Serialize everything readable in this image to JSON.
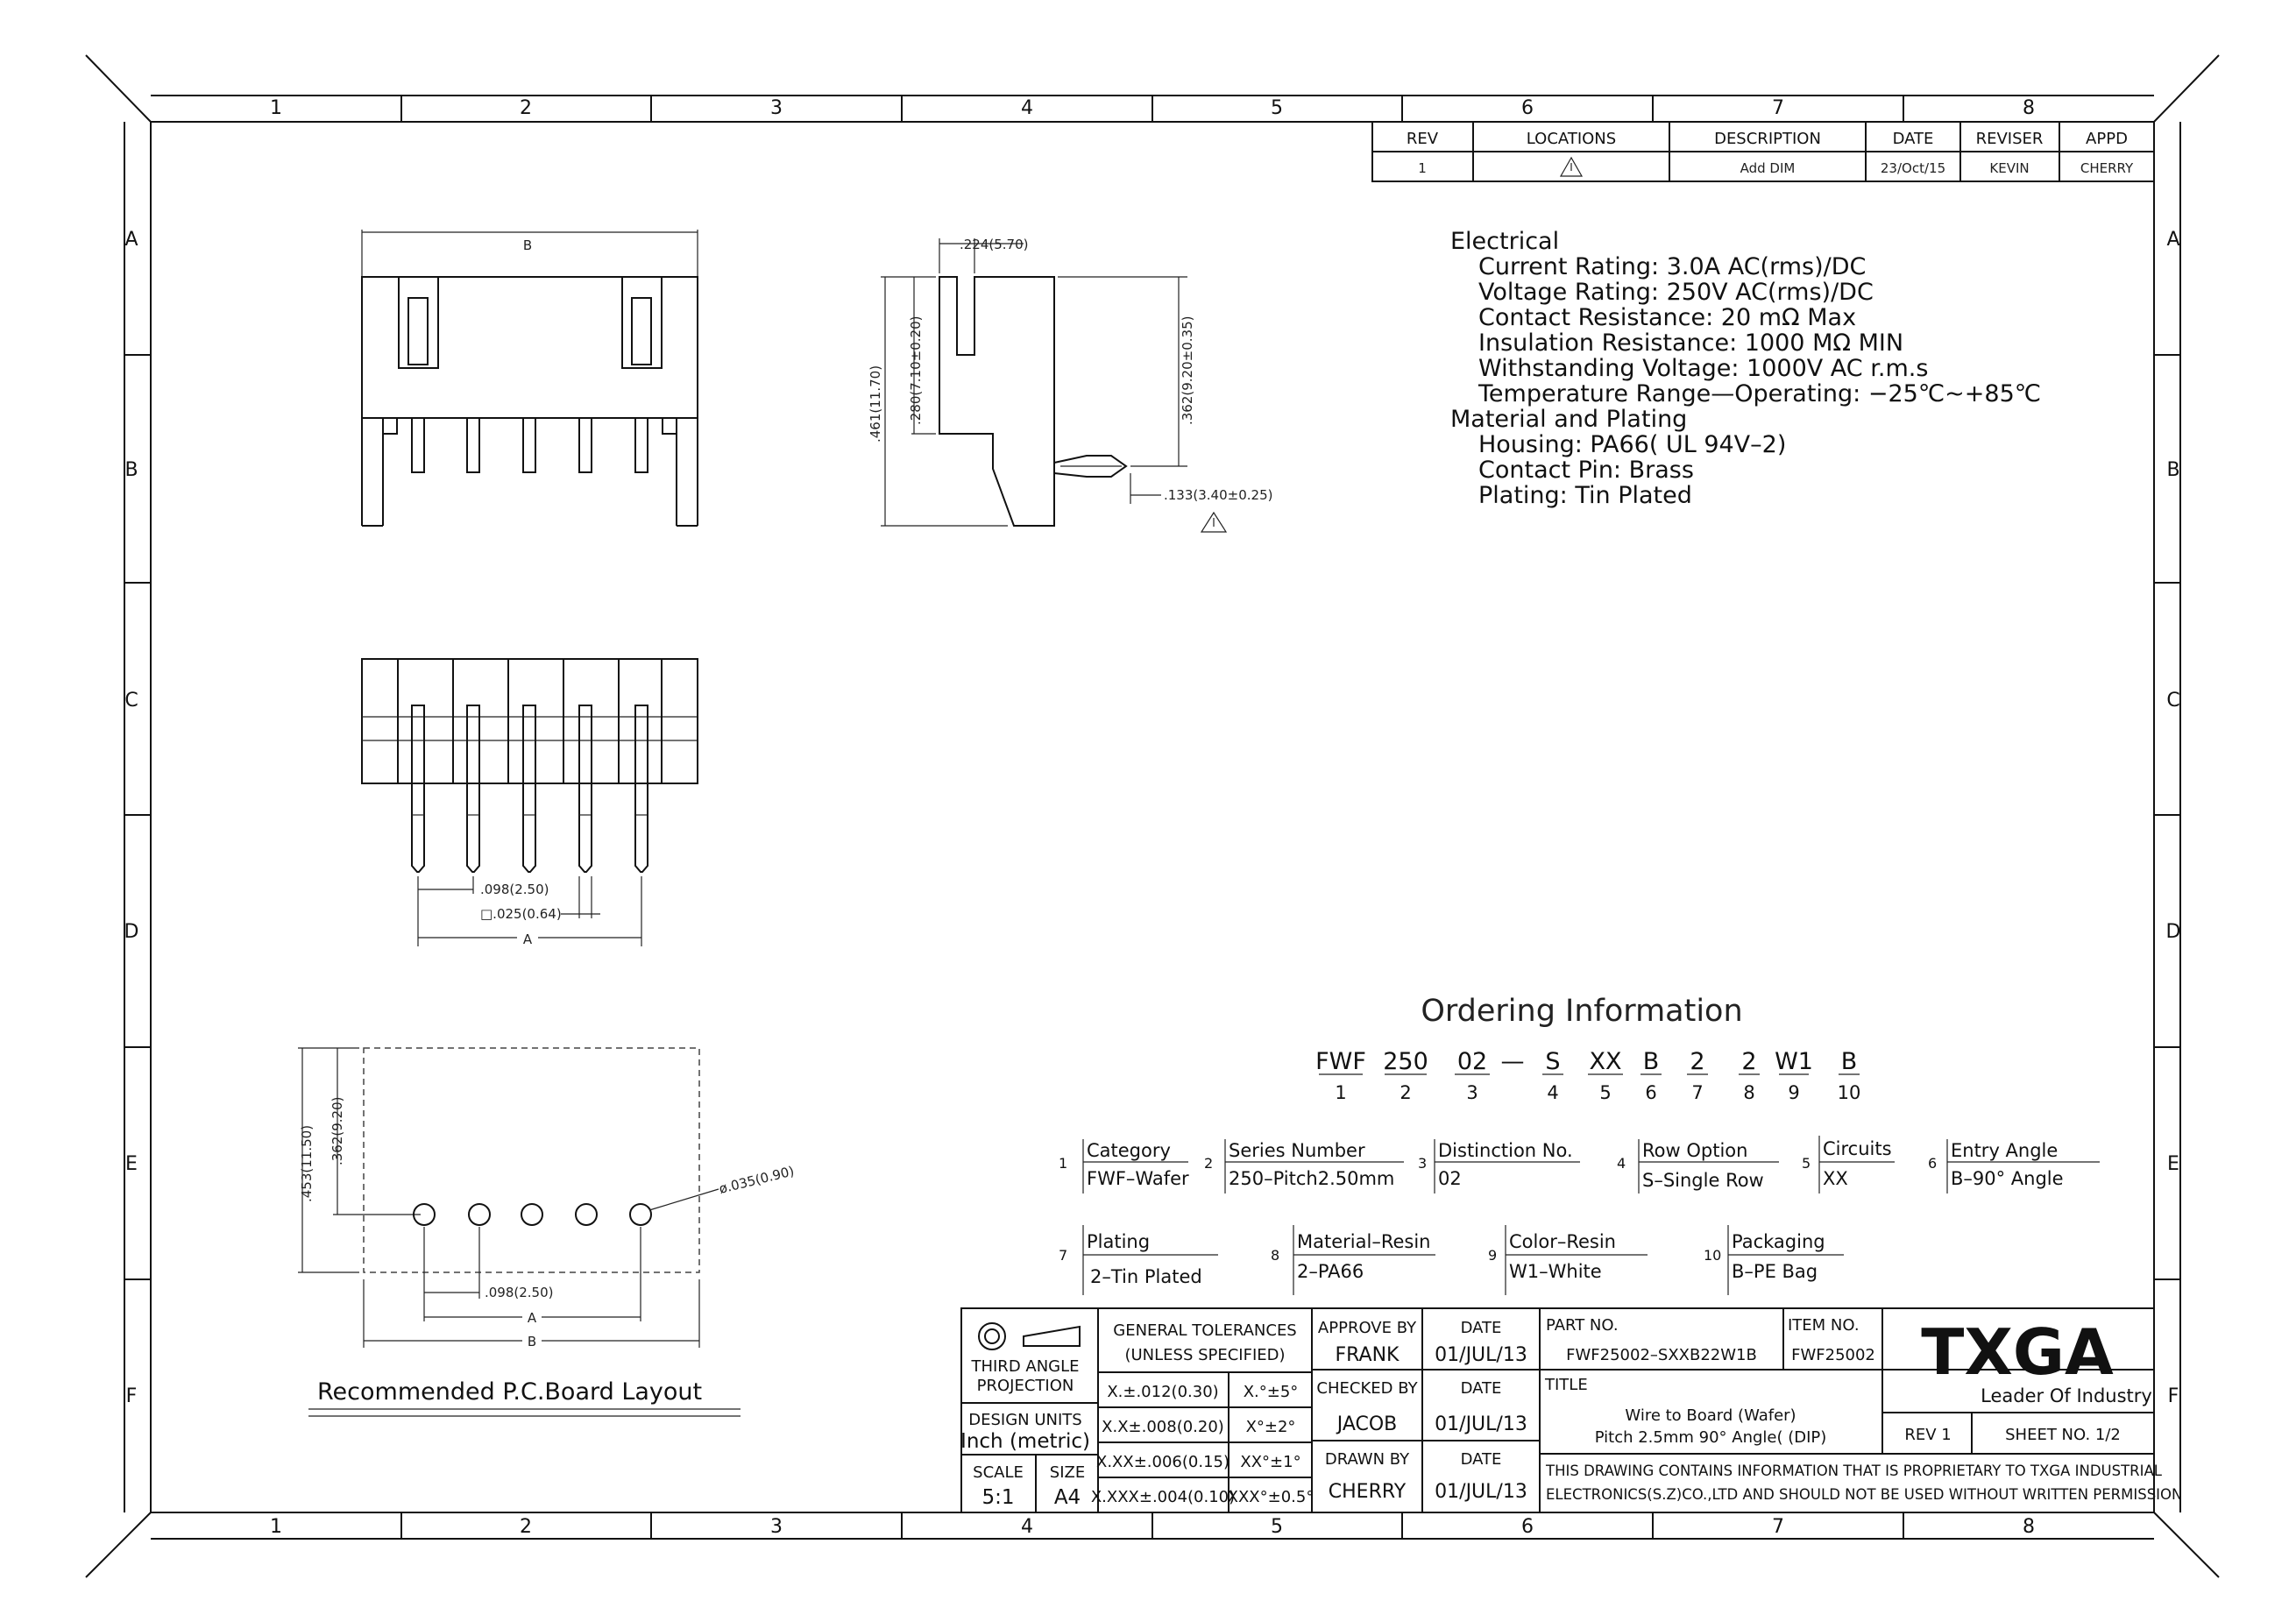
{
  "frame": {
    "columns": [
      "1",
      "2",
      "3",
      "4",
      "5",
      "6",
      "7",
      "8"
    ],
    "rows": [
      "A",
      "B",
      "C",
      "D",
      "E",
      "F"
    ]
  },
  "revision": {
    "headers": [
      "REV",
      "LOCATIONS",
      "DESCRIPTION",
      "DATE",
      "REVISER",
      "APPD"
    ],
    "row": [
      "1",
      "",
      "Add DIM",
      "23/Oct/15",
      "KEVIN",
      "CHERRY"
    ]
  },
  "dims": {
    "front_b": "B",
    "side_top": ".224(5.70)",
    "side_h1": ".461(11.70)",
    "side_h2": ".280(7.10±0.20)",
    "side_h3": ".362(9.20±0.35)",
    "side_tail": ".133(3.40±0.25)",
    "bot_pitch": ".098(2.50)",
    "bot_pin": "□.025(0.64)",
    "bot_a": "A",
    "pcb_h1": ".453(11.50)",
    "pcb_h2": ".362(9.20)",
    "pcb_hole": "ø.035(0.90)",
    "pcb_pitch": ".098(2.50)",
    "pcb_a": "A",
    "pcb_b": "B"
  },
  "pcb_caption": "Recommended P.C.Board Layout",
  "specs": {
    "electrical_title": "Electrical",
    "electrical": [
      "Current Rating: 3.0A AC(rms)/DC",
      "Voltage Rating: 250V AC(rms)/DC",
      "Contact Resistance: 20 mΩ Max",
      "Insulation Resistance: 1000 MΩ MIN",
      "Withstanding Voltage: 1000V AC r.m.s",
      "Temperature Range—Operating: −25℃~+85℃"
    ],
    "material_title": "Material and Plating",
    "material": [
      "Housing: PA66( UL 94V–2)",
      "Contact Pin: Brass",
      "Plating: Tin Plated"
    ]
  },
  "ordering": {
    "title": "Ordering Information",
    "code": [
      "FWF",
      "250",
      "02",
      "—",
      "S",
      "XX",
      "B",
      "2",
      "2",
      "W1",
      "B"
    ],
    "numbers": [
      "1",
      "2",
      "3",
      "4",
      "5",
      "6",
      "7",
      "8",
      "9",
      "10"
    ],
    "legend": [
      {
        "n": "1",
        "label": "Category",
        "value": "FWF–Wafer"
      },
      {
        "n": "2",
        "label": "Series Number",
        "value": "250–Pitch2.50mm"
      },
      {
        "n": "3",
        "label": "Distinction No.",
        "value": "02"
      },
      {
        "n": "4",
        "label": "Row Option",
        "value": "S–Single Row"
      },
      {
        "n": "5",
        "label": "Circuits",
        "value": "XX"
      },
      {
        "n": "6",
        "label": "Entry Angle",
        "value": "B–90° Angle"
      },
      {
        "n": "7",
        "label": "Plating",
        "value": "2–Tin Plated"
      },
      {
        "n": "8",
        "label": "Material–Resin",
        "value": "2–PA66"
      },
      {
        "n": "9",
        "label": "Color–Resin",
        "value": "W1–White"
      },
      {
        "n": "10",
        "label": "Packaging",
        "value": "B–PE Bag"
      }
    ]
  },
  "title_block": {
    "projection_1": "THIRD ANGLE",
    "projection_2": "PROJECTION",
    "units_1": "DESIGN UNITS",
    "units_2": "Inch (metric)",
    "scale_label": "SCALE",
    "scale_value": "5:1",
    "size_label": "SIZE",
    "size_value": "A4",
    "gen_tol_1": "GENERAL TOLERANCES",
    "gen_tol_2": "(UNLESS SPECIFIED)",
    "tol_lin": [
      "X.±.012(0.30)",
      "X.X±.008(0.20)",
      "X.XX±.006(0.15)",
      "X.XXX±.004(0.10)"
    ],
    "tol_ang": [
      "X.°±5°",
      "X°±2°",
      "XX°±1°",
      "XXX°±0.5°"
    ],
    "approve_label": "APPROVE BY",
    "approve_name": "FRANK",
    "checked_label": "CHECKED BY",
    "checked_name": "JACOB",
    "drawn_label": "DRAWN BY",
    "drawn_name": "CHERRY",
    "date_label": "DATE",
    "date_value": "01/JUL/13",
    "part_label": "PART NO.",
    "part_value": "FWF25002–SXXB22W1B",
    "item_label": "ITEM NO.",
    "item_value": "FWF25002",
    "title_label": "TITLE",
    "title_1": "Wire to Board (Wafer)",
    "title_2": "Pitch 2.5mm 90° Angle( (DIP)",
    "rev": "REV 1",
    "sheet": "SHEET NO. 1/2",
    "notice_1": "THIS DRAWING CONTAINS INFORMATION THAT IS PROPRIETARY TO TXGA INDUSTRIAL",
    "notice_2": "ELECTRONICS(S.Z)CO.,LTD AND SHOULD NOT BE USED WITHOUT WRITTEN PERMISSION",
    "logo": "TXGA",
    "slogan": "Leader Of Industry"
  },
  "colors": {
    "ink": "#111111",
    "paper": "#ffffff"
  }
}
